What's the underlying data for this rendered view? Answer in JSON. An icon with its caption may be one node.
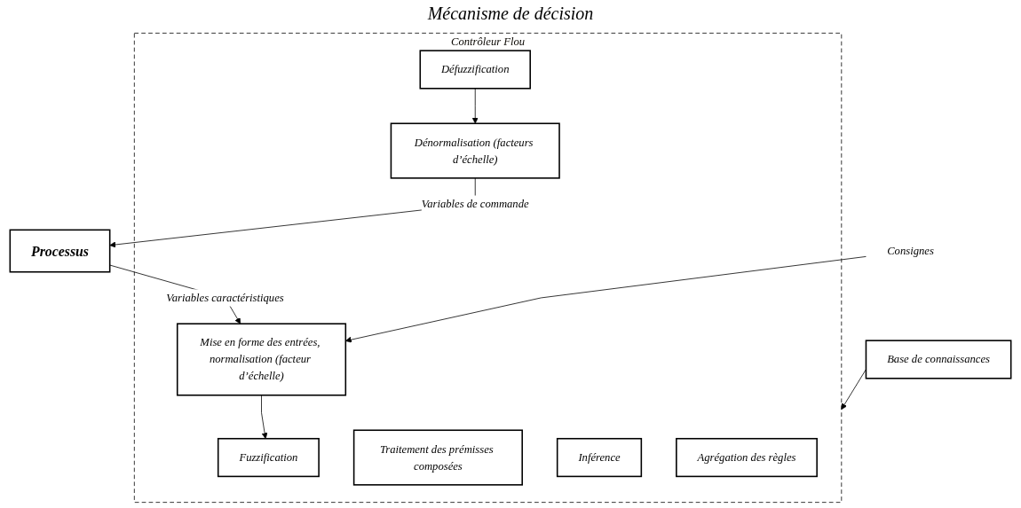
{
  "diagram": {
    "nodes": [
      {
        "text": [
          "Base de connaissances"
        ]
      },
      {
        "text": [
          "Contrôleur Flou"
        ]
      },
      {
        "text": [
          "Fuzzification"
        ],
        "in": 1
      },
      {
        "text": [
          "Traitement des prémisses composées"
        ],
        "in": 1
      },
      {
        "text": [
          "Inférence"
        ],
        "in": 1
      },
      {
        "text": [
          "Agrégation des règles"
        ],
        "in": 1
      },
      {
        "text": [
          "Défuzzification"
        ],
        "in": 1
      },
      {
        "text": [
          "Mise en forme des entrées, normalisation (facteur d’échelle)"
        ],
        "in": 1
      },
      {
        "text": [
          "Dénormalisation (facteurs d’échelle)"
        ],
        "in": 1
      },
      {
        "text": [
          "Processus"
        ]
      },
      {
        "text": [
          "Consignes"
        ]
      }
    ],
    "edges": [
      {
        "from": 0,
        "to": 1,
        "arrow": "to"
      },
      {
        "from": 7,
        "to": 2,
        "arrow": "to"
      },
      {
        "from": 6,
        "to": 8,
        "arrow": "to"
      },
      {
        "from": 8,
        "to": 9,
        "label": "Variables de commande",
        "arrow": "to"
      },
      {
        "from": 9,
        "to": 7,
        "label": "Variables caractéristiques",
        "arrow": "to"
      },
      {
        "from": 10,
        "to": 7,
        "arrow": "to"
      }
    ],
    "labels": [
      "Mécanisme de décision"
    ]
  }
}
